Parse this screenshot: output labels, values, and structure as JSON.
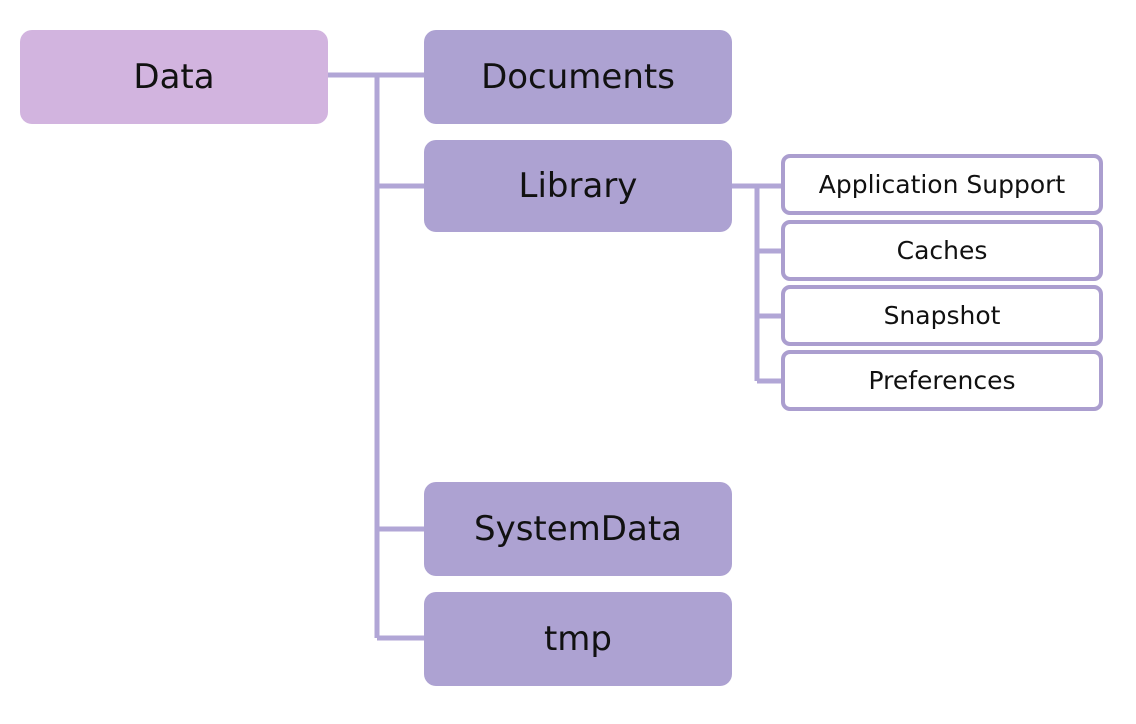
{
  "colors": {
    "root_fill": "#d2b4df",
    "child_fill": "#ada2d2",
    "leaf_border": "#ab9ecf",
    "connector": "#b1a6d6"
  },
  "tree": {
    "root": {
      "label": "Data"
    },
    "children": [
      {
        "label": "Documents"
      },
      {
        "label": "Library",
        "children": [
          {
            "label": "Application Support"
          },
          {
            "label": "Caches"
          },
          {
            "label": "Snapshot"
          },
          {
            "label": "Preferences"
          }
        ]
      },
      {
        "label": "SystemData"
      },
      {
        "label": "tmp"
      }
    ]
  }
}
